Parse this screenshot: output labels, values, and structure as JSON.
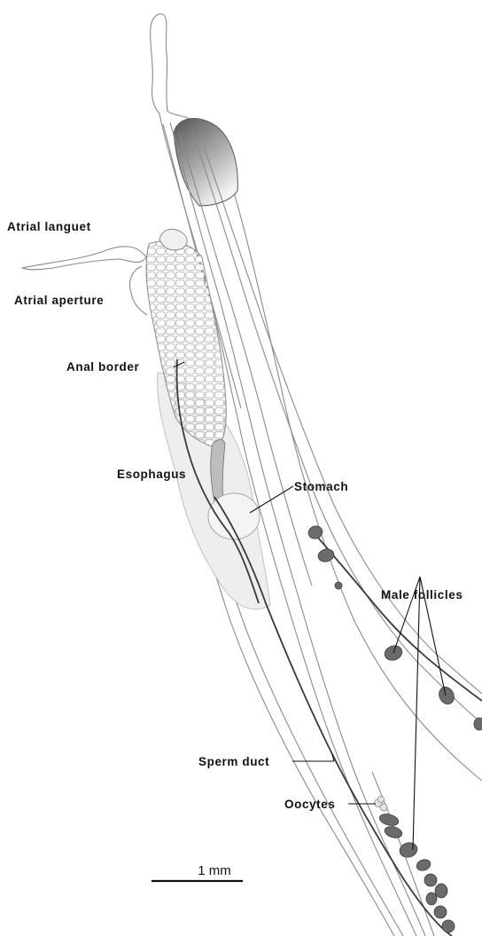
{
  "labels": {
    "atrial_languet": "Atrial languet",
    "atrial_aperture": "Atrial aperture",
    "anal_border": "Anal border",
    "esophagus": "Esophagus",
    "stomach": "Stomach",
    "male_follicles": "Male follicles",
    "sperm_duct": "Sperm duct",
    "oocytes": "Oocytes"
  },
  "scale_bar": {
    "label": "1 mm"
  }
}
